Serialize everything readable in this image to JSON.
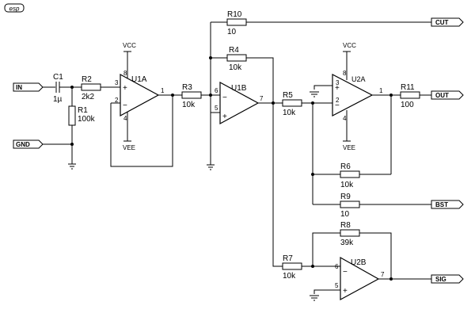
{
  "logo": "esp",
  "ports": {
    "in": "IN",
    "gnd": "GND",
    "cut": "CUT",
    "out": "OUT",
    "bst": "BST",
    "sig": "SIG"
  },
  "components": {
    "c1": {
      "ref": "C1",
      "value": "1µ"
    },
    "r1": {
      "ref": "R1",
      "value": "100k"
    },
    "r2": {
      "ref": "R2",
      "value": "2k2"
    },
    "r3": {
      "ref": "R3",
      "value": "10k"
    },
    "r4": {
      "ref": "R4",
      "value": "10k"
    },
    "r5": {
      "ref": "R5",
      "value": "10k"
    },
    "r6": {
      "ref": "R6",
      "value": "10k"
    },
    "r7": {
      "ref": "R7",
      "value": "10k"
    },
    "r8": {
      "ref": "R8",
      "value": "39k"
    },
    "r9": {
      "ref": "R9",
      "value": "10"
    },
    "r10": {
      "ref": "R10",
      "value": "10"
    },
    "r11": {
      "ref": "R11",
      "value": "100"
    }
  },
  "opamps": {
    "u1a": {
      "ref": "U1A",
      "pin_plus": "3",
      "pin_minus": "2",
      "pin_out": "1",
      "pin_vcc": "8",
      "pin_vee": "4"
    },
    "u1b": {
      "ref": "U1B",
      "pin_minus": "6",
      "pin_plus": "5",
      "pin_out": "7"
    },
    "u2a": {
      "ref": "U2A",
      "pin_plus": "3",
      "pin_minus": "2",
      "pin_out": "1",
      "pin_vcc": "8",
      "pin_vee": "4"
    },
    "u2b": {
      "ref": "U2B",
      "pin_minus": "6",
      "pin_plus": "5",
      "pin_out": "7"
    }
  },
  "supplies": {
    "vcc": "VCC",
    "vee": "VEE"
  },
  "signs": {
    "plus": "+",
    "minus": "−"
  }
}
